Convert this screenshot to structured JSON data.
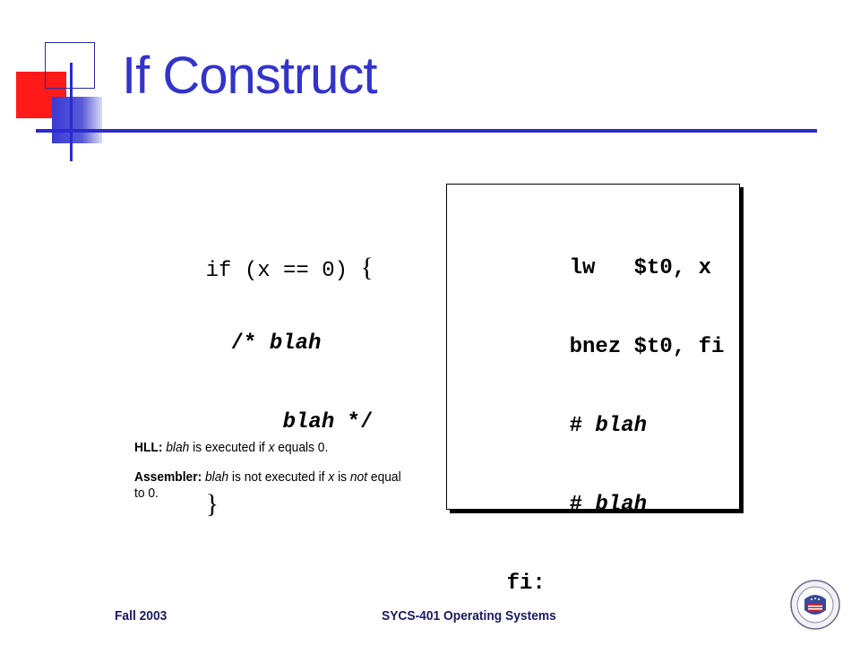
{
  "slide": {
    "title": "If Construct"
  },
  "hll_code": {
    "line1": "if (x == 0)",
    "line1_brace": "{",
    "line2_comment_open": "/*",
    "line2_text": "blah",
    "line3_text": "blah",
    "line3_comment_close": "*/",
    "line4_brace": "}"
  },
  "asm_code": {
    "line1_op": "lw",
    "line1_args": "$t0, x",
    "line2_op": "bnez",
    "line2_args": "$t0, fi",
    "line3_hash": "#",
    "line3_text": "blah",
    "line4_hash": "#",
    "line4_text": "blah",
    "line5_label": "fi:"
  },
  "notes": {
    "hll_label": "HLL:",
    "hll_text_1": "blah",
    "hll_text_2": " is executed if ",
    "hll_text_3": "x",
    "hll_text_4": " equals 0.",
    "asm_label": "Assembler:",
    "asm_text_1": "blah",
    "asm_text_2": " is not executed if ",
    "asm_text_3": "x",
    "asm_text_4": " is ",
    "asm_text_5": "not",
    "asm_text_6": " equal to 0."
  },
  "footer": {
    "left": "Fall 2003",
    "center": "SYCS-401 Operating Systems"
  },
  "colors": {
    "title": "#3333cc",
    "accent_blue": "#2a2ad0",
    "accent_red": "#ff1a1a"
  },
  "icons": {
    "seal": "university-seal-icon"
  }
}
